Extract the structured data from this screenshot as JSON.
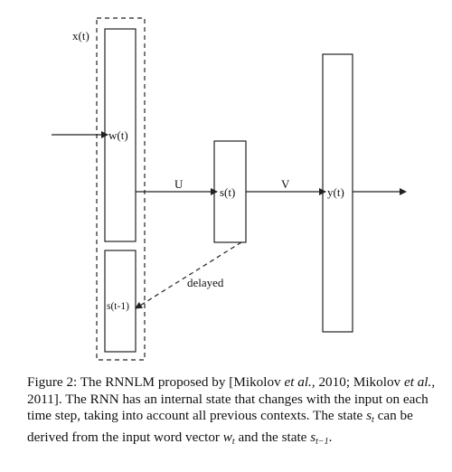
{
  "diagram": {
    "labels": {
      "x": "x(t)",
      "w": "w(t)",
      "s_prev": "s(t-1)",
      "u": "U",
      "s": "s(t)",
      "v": "V",
      "y": "y(t)",
      "delayed": "delayed"
    }
  },
  "caption": {
    "part1": "Figure 2: The RNNLM proposed by [Mikolov ",
    "etal1": "et al.",
    "part2": ", 2010; Mikolov ",
    "etal2": "et al.",
    "part3": ", 2011]. The RNN has an internal state that changes with the input on each time step, taking into account all previous contexts. The state ",
    "s_t_var": "s",
    "s_t_sub": "t",
    "part4": " can be derived from the input word vector ",
    "w_t_var": "w",
    "w_t_sub": "t",
    "part5": " and the state ",
    "s_prev_var": "s",
    "s_prev_sub": "t−1",
    "part6": "."
  }
}
